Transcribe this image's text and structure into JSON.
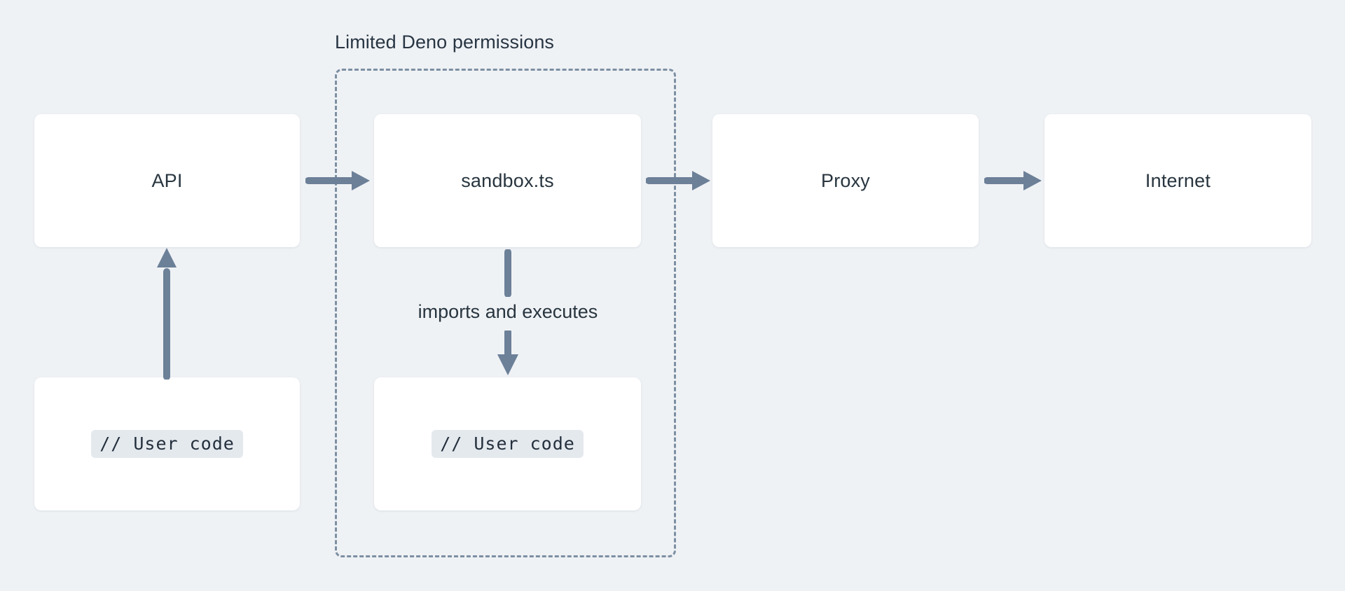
{
  "diagram": {
    "type": "flowchart",
    "background_color": "#eff2f5",
    "accent_color": "#6c8098",
    "text_color": "#28353f",
    "group": {
      "label": "Limited Deno permissions",
      "style": "dashed",
      "border_color": "#7d8fa3"
    },
    "nodes": [
      {
        "id": "api",
        "label": "API",
        "kind": "box"
      },
      {
        "id": "sandbox",
        "label": "sandbox.ts",
        "kind": "box"
      },
      {
        "id": "proxy",
        "label": "Proxy",
        "kind": "box"
      },
      {
        "id": "internet",
        "label": "Internet",
        "kind": "box"
      },
      {
        "id": "user-code-outer",
        "label": "// User code",
        "kind": "code-box"
      },
      {
        "id": "user-code-inner",
        "label": "// User code",
        "kind": "code-box"
      }
    ],
    "edges": [
      {
        "id": "api-to-sandbox",
        "from": "api",
        "to": "sandbox",
        "label": "",
        "direction": "right"
      },
      {
        "id": "sandbox-to-proxy",
        "from": "sandbox",
        "to": "proxy",
        "label": "",
        "direction": "right"
      },
      {
        "id": "proxy-to-internet",
        "from": "proxy",
        "to": "internet",
        "label": "",
        "direction": "right"
      },
      {
        "id": "usercode-to-api",
        "from": "user-code-outer",
        "to": "api",
        "label": "",
        "direction": "up"
      },
      {
        "id": "sandbox-to-usercode",
        "from": "sandbox",
        "to": "user-code-inner",
        "label": "imports and executes",
        "direction": "down"
      }
    ]
  }
}
